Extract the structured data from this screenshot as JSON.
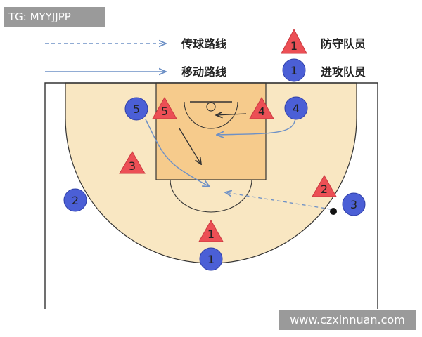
{
  "watermarks": {
    "top_left": "TG: MYYJJPP",
    "bottom_right": "www.czxinnuan.com"
  },
  "legend": {
    "pass_route": "传球路线",
    "move_route": "移动路线",
    "defender": "防守队员",
    "attacker": "进攻队员",
    "defender_sample": "1",
    "attacker_sample": "1"
  },
  "colors": {
    "court_fill": "#f9e7c2",
    "paint_fill": "#f6cb8c",
    "line": "#333333",
    "attacker_fill": "#4b5fd6",
    "defender_fill": "#ec4f55",
    "arrow_blue": "#6d90c6"
  },
  "players": {
    "attackers": [
      "5",
      "4",
      "2",
      "3",
      "1"
    ],
    "defenders": [
      "5",
      "4",
      "3",
      "2",
      "1"
    ]
  }
}
